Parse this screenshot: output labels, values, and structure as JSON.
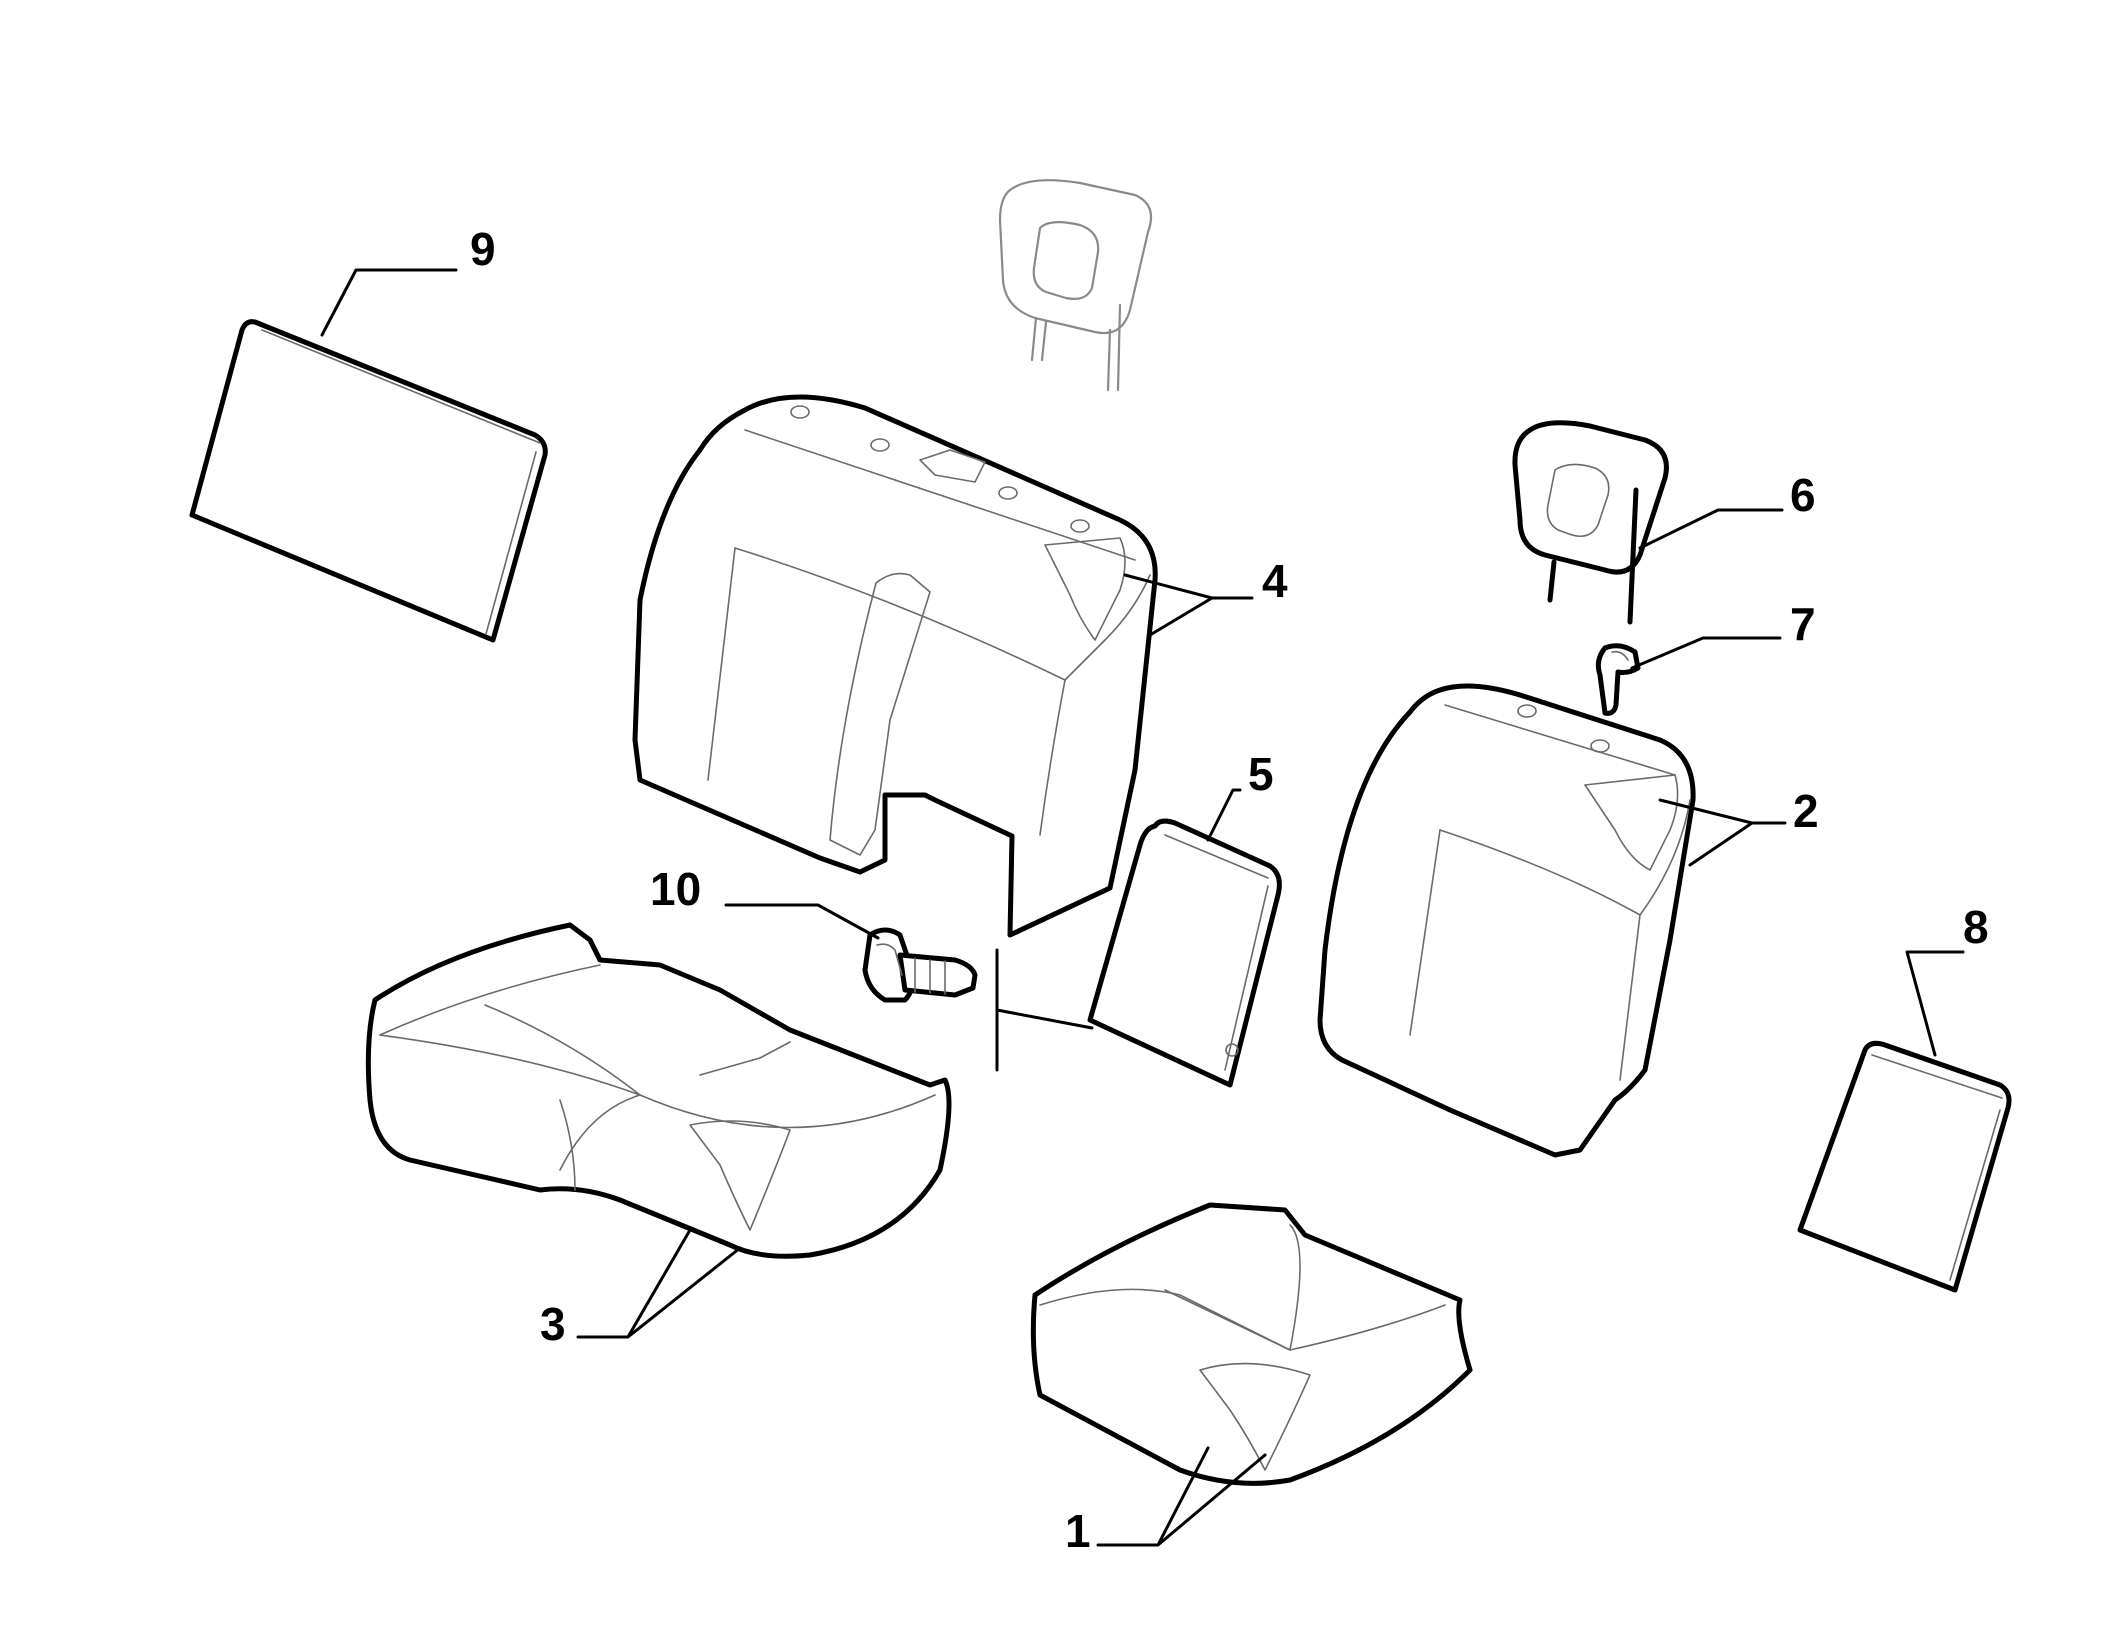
{
  "diagram": {
    "callouts": [
      {
        "id": "1",
        "label": "1"
      },
      {
        "id": "2",
        "label": "2"
      },
      {
        "id": "3",
        "label": "3"
      },
      {
        "id": "4",
        "label": "4"
      },
      {
        "id": "5",
        "label": "5"
      },
      {
        "id": "6",
        "label": "6"
      },
      {
        "id": "7",
        "label": "7"
      },
      {
        "id": "8",
        "label": "8"
      },
      {
        "id": "9",
        "label": "9"
      },
      {
        "id": "10",
        "label": "10"
      }
    ],
    "colors": {
      "line": "#000000",
      "detail": "#6a6a6a",
      "background": "#ffffff"
    }
  }
}
